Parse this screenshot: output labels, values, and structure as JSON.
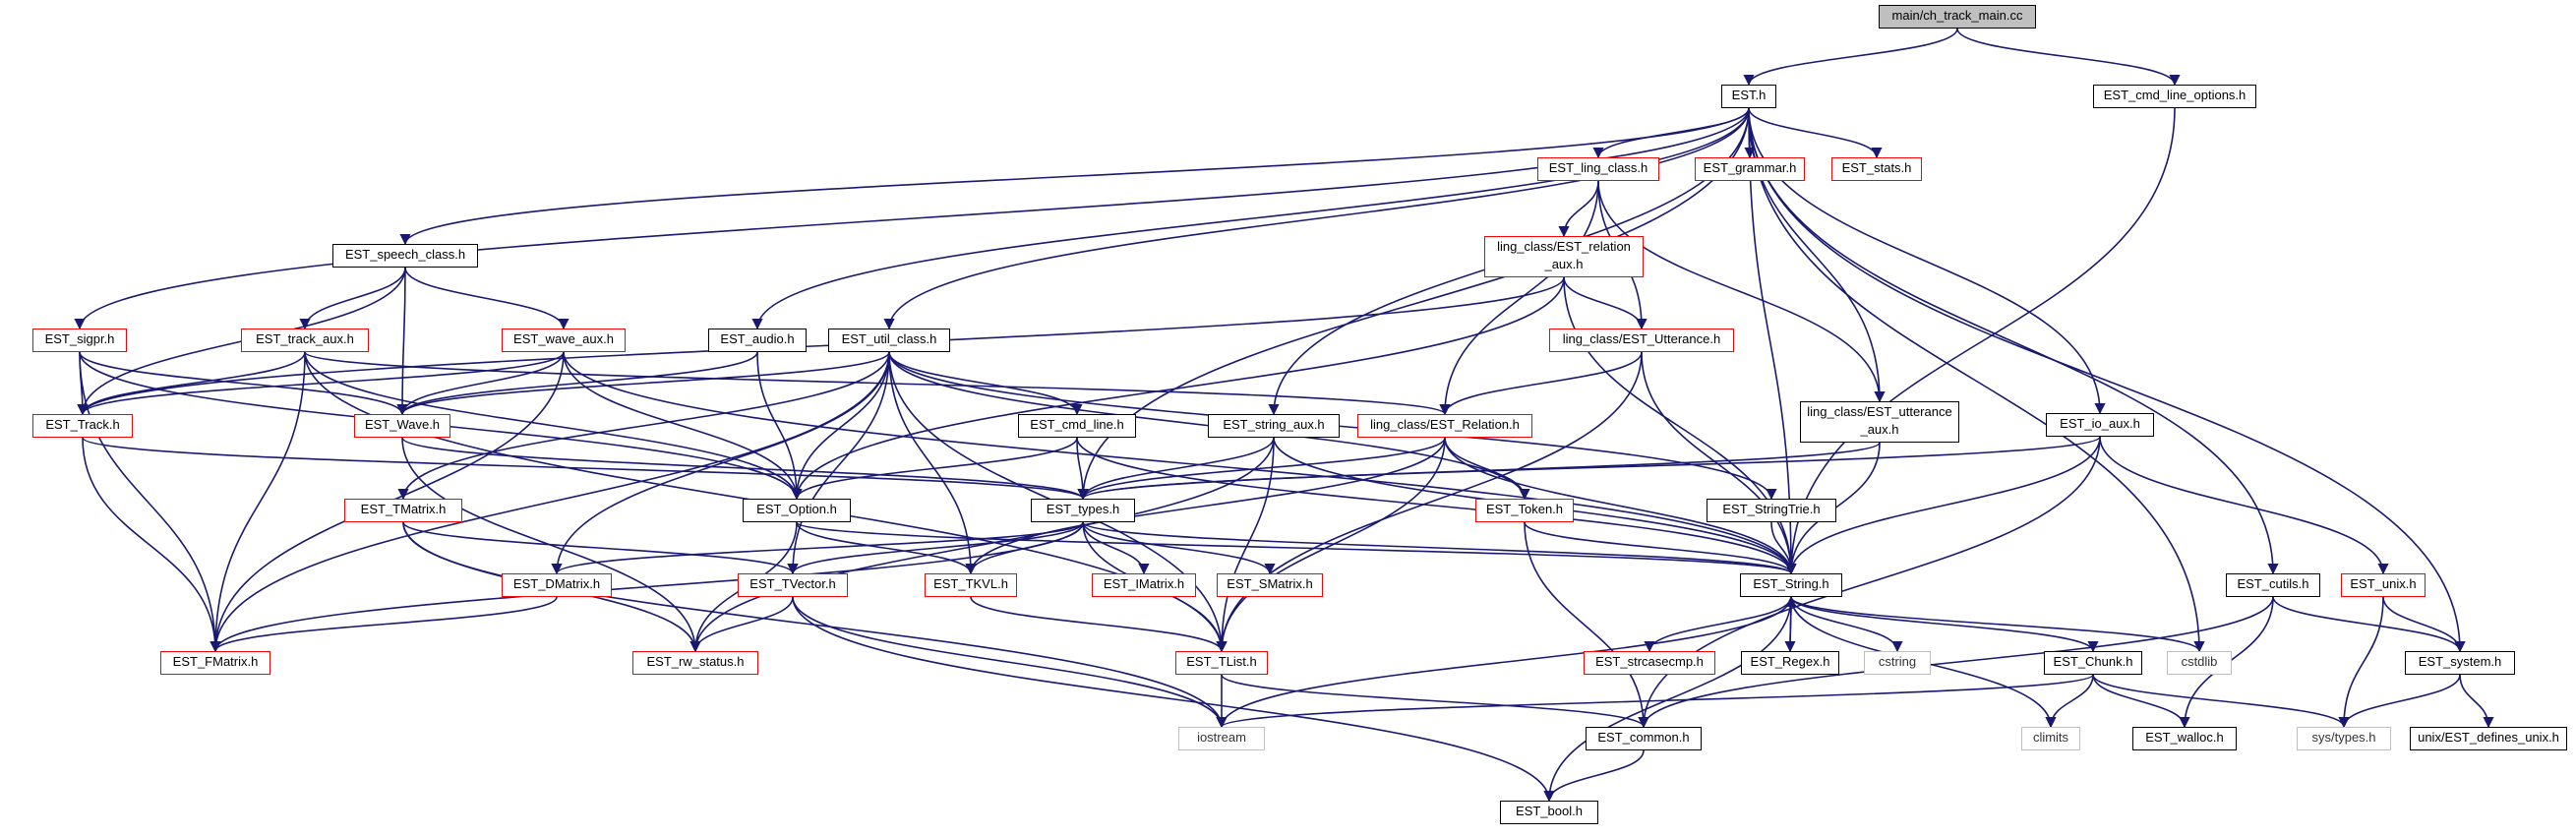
{
  "nodes": {
    "main_ch_track_main": "main/ch_track_main.cc",
    "est_h": "EST.h",
    "est_cmd_line_options": "EST_cmd_line_options.h",
    "est_ling_class": "EST_ling_class.h",
    "est_grammar": "EST_grammar.h",
    "est_stats": "EST_stats.h",
    "est_speech_class": "EST_speech_class.h",
    "ling_relation_aux": [
      "ling_class/EST_relation",
      "_aux.h"
    ],
    "est_sigpr": "EST_sigpr.h",
    "est_track_aux": "EST_track_aux.h",
    "est_wave_aux": "EST_wave_aux.h",
    "est_audio": "EST_audio.h",
    "est_util_class": "EST_util_class.h",
    "ling_utterance": "ling_class/EST_Utterance.h",
    "ling_utterance_aux": [
      "ling_class/EST_utterance",
      "_aux.h"
    ],
    "est_io_aux": "EST_io_aux.h",
    "est_track": "EST_Track.h",
    "est_wave": "EST_Wave.h",
    "est_cmd_line": "EST_cmd_line.h",
    "est_string_aux": "EST_string_aux.h",
    "ling_relation": "ling_class/EST_Relation.h",
    "est_tmatrix": "EST_TMatrix.h",
    "est_option": "EST_Option.h",
    "est_types": "EST_types.h",
    "est_token": "EST_Token.h",
    "est_stringtrie": "EST_StringTrie.h",
    "est_dmatrix": "EST_DMatrix.h",
    "est_tvector": "EST_TVector.h",
    "est_tkvl": "EST_TKVL.h",
    "est_imatrix": "EST_IMatrix.h",
    "est_smatrix": "EST_SMatrix.h",
    "est_string": "EST_String.h",
    "est_cutils": "EST_cutils.h",
    "est_unix": "EST_unix.h",
    "est_fmatrix": "EST_FMatrix.h",
    "est_rw_status": "EST_rw_status.h",
    "est_tlist": "EST_TList.h",
    "est_strcasecmp": "EST_strcasecmp.h",
    "est_regex": "EST_Regex.h",
    "cstring": "cstring",
    "est_chunk": "EST_Chunk.h",
    "cstdlib": "cstdlib",
    "est_system": "EST_system.h",
    "iostream": "iostream",
    "est_common": "EST_common.h",
    "climits": "climits",
    "est_walloc": "EST_walloc.h",
    "sys_types": "sys/types.h",
    "unix_defines": "unix/EST_defines_unix.h",
    "est_bool": "EST_bool.h"
  },
  "colors": {
    "edge": "#191970",
    "documented_border": "#000000",
    "undocumented_border": "#ff0000",
    "system_border": "#bfbfbf",
    "current_file_fill": "#bfbfbf"
  }
}
